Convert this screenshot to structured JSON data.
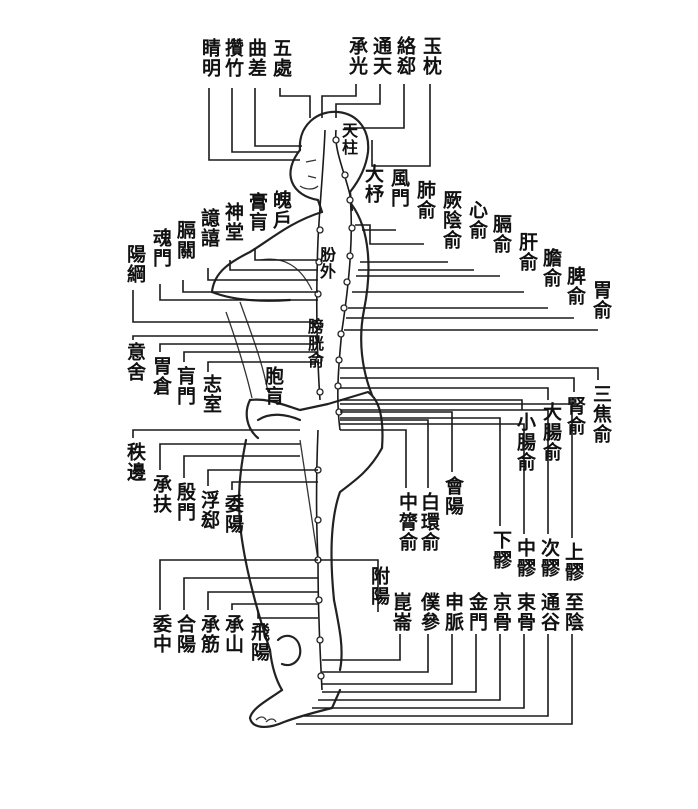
{
  "labels": {
    "jingming": "睛明",
    "cuanzhu": "攢竹",
    "quchai": "曲差",
    "wuchu": "五處",
    "chengguang": "承光",
    "tongtian": "通天",
    "luoque": "絡郄",
    "yuzhen": "玉枕",
    "tianzhu": "天柱",
    "dashu": "大杼",
    "fengmen": "風門",
    "feishu": "肺俞",
    "jueyinshu": "厥陰俞",
    "xinshu": "心俞",
    "geshu": "膈俞",
    "ganshu": "肝俞",
    "danshu": "膽俞",
    "pishu": "脾俞",
    "weishu": "胃俞",
    "pohu": "魄戶",
    "gaohuang": "膏肓",
    "shentang": "神堂",
    "yixi": "譩譆",
    "geguan": "膈關",
    "hunmen": "魂門",
    "yanggang": "陽綱",
    "fenwai": "肦外",
    "fangguangshu": "膀胱俞",
    "yishe": "意舍",
    "weicang": "胃倉",
    "huangmen": "肓門",
    "zhishi": "志室",
    "baohuang": "胞肓",
    "sanjiaoshu": "三焦俞",
    "shenshu": "腎俞",
    "dachangshu": "大腸俞",
    "xiaochangshu": "小腸俞",
    "zhibian": "秩邊",
    "chengfu": "承扶",
    "yinmen": "殷門",
    "fuxi": "浮郄",
    "weiyang": "委陽",
    "zhonglushu": "中膂俞",
    "baihuanshu": "白環俞",
    "huiyang": "會陽",
    "xialiao": "下髎",
    "zhongliao": "中髎",
    "ciliao": "次髎",
    "shangliao": "上髎",
    "fuyang": "附陽",
    "weizhong": "委中",
    "heyang": "合陽",
    "chengjin": "承筋",
    "chengshan": "承山",
    "feiyang": "飛陽",
    "kunlun": "崑崙",
    "pushen": "僕參",
    "shenmai": "申脈",
    "jinmen": "金門",
    "jinggu": "京骨",
    "shugu": "束骨",
    "tonggu": "通谷",
    "zhiyin": "至陰"
  }
}
